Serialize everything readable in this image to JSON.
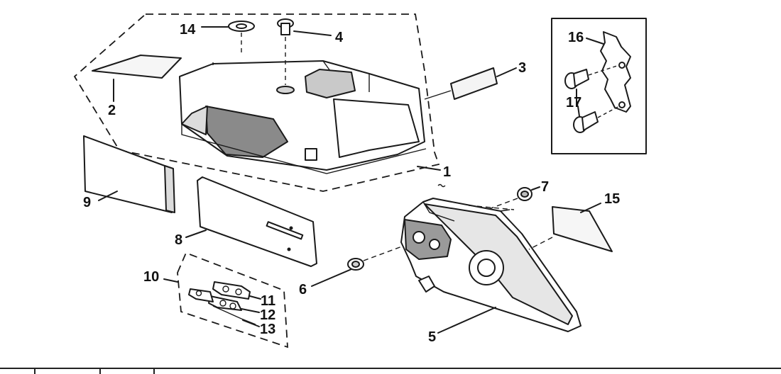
{
  "callouts": [
    {
      "id": "1",
      "label": "1"
    },
    {
      "id": "2",
      "label": "2"
    },
    {
      "id": "3",
      "label": "3"
    },
    {
      "id": "4",
      "label": "4"
    },
    {
      "id": "5",
      "label": "5"
    },
    {
      "id": "6",
      "label": "6"
    },
    {
      "id": "7",
      "label": "7"
    },
    {
      "id": "8",
      "label": "8"
    },
    {
      "id": "9",
      "label": "9"
    },
    {
      "id": "10",
      "label": "10"
    },
    {
      "id": "11",
      "label": "11"
    },
    {
      "id": "12",
      "label": "12"
    },
    {
      "id": "13",
      "label": "13"
    },
    {
      "id": "14",
      "label": "14"
    },
    {
      "id": "15",
      "label": "15"
    },
    {
      "id": "16",
      "label": "16"
    },
    {
      "id": "17",
      "label": "17"
    }
  ],
  "colors": {
    "ink": "#1a1a1a",
    "paper": "#ffffff",
    "shade": "#6b6b6b"
  }
}
